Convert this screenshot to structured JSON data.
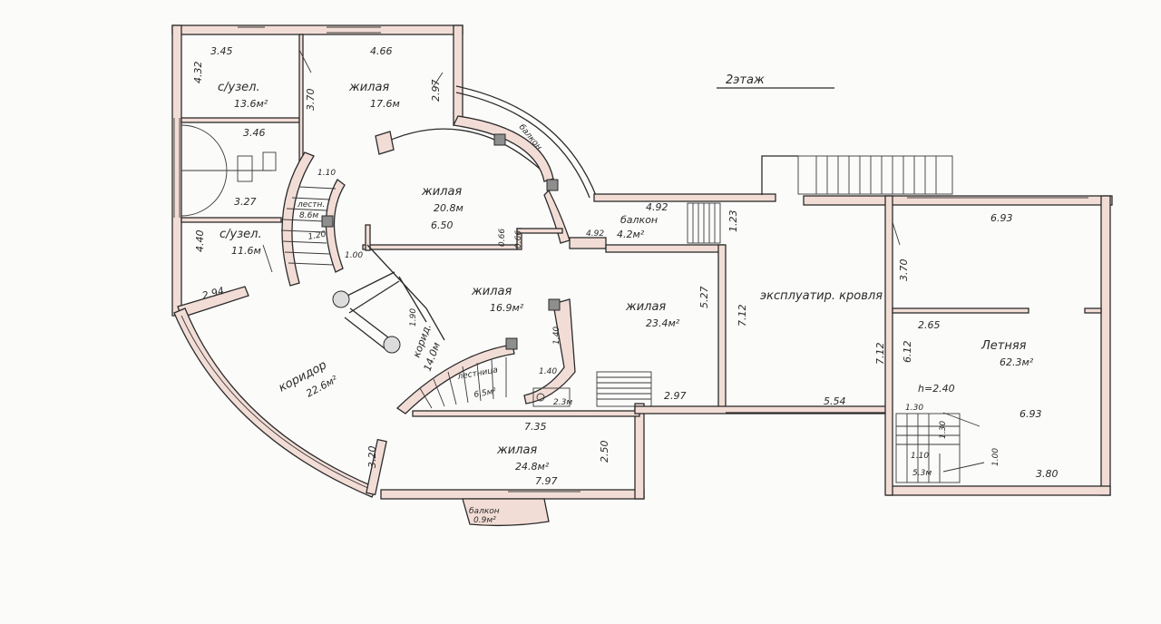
{
  "plan": {
    "floor_label": "2этаж",
    "rooms": [
      {
        "name": "с/узел.",
        "area": "13.6м²"
      },
      {
        "name": "жилая",
        "area": "17.6м"
      },
      {
        "name": "жилая",
        "area": "20.8м"
      },
      {
        "name": "с/узел.",
        "area": "11.6м"
      },
      {
        "name": "лестн.",
        "area": "8.6м"
      },
      {
        "name": "жилая",
        "area": "16.9м²"
      },
      {
        "name": "жилая",
        "area": "23.4м²"
      },
      {
        "name": "коридор",
        "area": "22.6м²"
      },
      {
        "name": "корид.",
        "area": "14.0м"
      },
      {
        "name": "лестница",
        "area": "6.5м²"
      },
      {
        "name": "жилая",
        "area": "24.8м²"
      },
      {
        "name": "балкон",
        "area": "4.2м²"
      },
      {
        "name": "балкон",
        "area": ""
      },
      {
        "name": "балкон",
        "area": "0.9м²"
      },
      {
        "name": "эксплуатир. кровля",
        "area": ""
      },
      {
        "name": "Летняя",
        "area": "62.3м²"
      },
      {
        "name": "",
        "area": "5.3м"
      }
    ],
    "dimensions": [
      "3.45",
      "4.66",
      "4.32",
      "3.70",
      "2.97",
      "3.46",
      "3.27",
      "4.40",
      "2.94",
      "1.10",
      "1.20",
      "1.00",
      "6.50",
      "0.66",
      "0.66",
      "4.92",
      "4.92",
      "1.23",
      "6.93",
      "3.70",
      "2.65",
      "6.12",
      "7.12",
      "7.12",
      "5.27",
      "1.90",
      "1.40",
      "1.40",
      "2.3м",
      "2.97",
      "5.54",
      "7.35",
      "2.50",
      "7.97",
      "3.20",
      "h=2.40",
      "1.30",
      "1.30",
      "6.93",
      "1.10",
      "1.00",
      "3.80"
    ]
  }
}
